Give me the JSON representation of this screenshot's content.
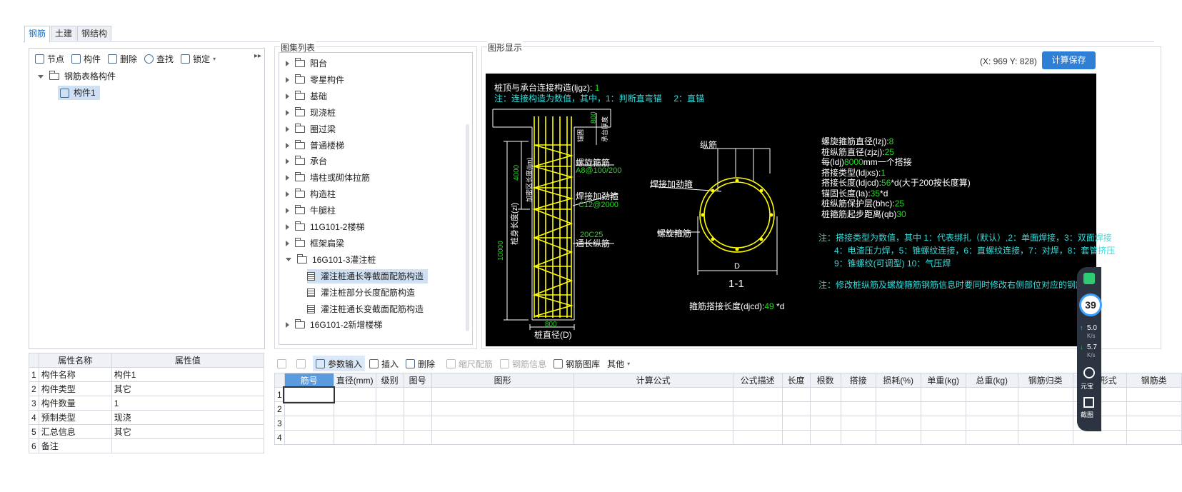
{
  "tabs": [
    {
      "label": "钢筋"
    },
    {
      "label": "土建"
    },
    {
      "label": "钢结构"
    }
  ],
  "left_toolbar": {
    "node": "节点",
    "component": "构件",
    "delete": "删除",
    "find": "查找",
    "lock": "锁定"
  },
  "component_tree": {
    "root": "钢筋表格构件",
    "child": "构件1"
  },
  "properties": {
    "headers": {
      "name": "属性名称",
      "value": "属性值"
    },
    "rows": [
      {
        "no": "1",
        "name": "构件名称",
        "value": "构件1"
      },
      {
        "no": "2",
        "name": "构件类型",
        "value": "其它"
      },
      {
        "no": "3",
        "name": "构件数量",
        "value": "1"
      },
      {
        "no": "4",
        "name": "预制类型",
        "value": "现浇"
      },
      {
        "no": "5",
        "name": "汇总信息",
        "value": "其它"
      },
      {
        "no": "6",
        "name": "备注",
        "value": ""
      }
    ]
  },
  "atlas": {
    "title": "图集列表",
    "items": [
      {
        "label": "阳台"
      },
      {
        "label": "零星构件"
      },
      {
        "label": "基础"
      },
      {
        "label": "现浇桩"
      },
      {
        "label": "圈过梁"
      },
      {
        "label": "普通楼梯"
      },
      {
        "label": "承台"
      },
      {
        "label": "墙柱或砌体拉筋"
      },
      {
        "label": "构造柱"
      },
      {
        "label": "牛腿柱"
      },
      {
        "label": "11G101-2楼梯"
      },
      {
        "label": "框架扁梁"
      },
      {
        "label": "16G101-3灌注桩"
      }
    ],
    "children": [
      {
        "label": "灌注桩通长等截面配筋构造"
      },
      {
        "label": "灌注桩部分长度配筋构造"
      },
      {
        "label": "灌注桩通长变截面配筋构造"
      }
    ],
    "last": {
      "label": "16G101-2新增楼梯"
    }
  },
  "graphic": {
    "title": "图形显示",
    "coords": "(X: 969 Y: 828)",
    "save_button": "计算保存",
    "header_line": "桩顶与承台连接构造(ljgz):",
    "header_value": "1",
    "note1": "注：连接构造为数值，其中，1：判断直弯锚     2：直锚",
    "dim_800_top": "800",
    "dim_4000": "4000",
    "dim_10000": "10000",
    "dim_800_bottom": "800",
    "label_pile_len": "桩身长度(zl)",
    "label_dense": "加密区长度(ljm)",
    "label_cap": "承台厚度",
    "label_anchor": "锚固",
    "lbl_spiral": "螺旋箍筋",
    "val_spiral": "A8@100/200",
    "lbl_weld": "焊接加劲箍",
    "val_weld": "C12@2000",
    "val_long": "20C25",
    "lbl_long": "通长纵筋",
    "lbl_diam": "桩直径(D)",
    "sec_long": "纵筋",
    "sec_weld": "焊接加劲箍",
    "sec_spiral": "螺旋箍筋",
    "sec_D": "D",
    "sec_name": "1-1",
    "lap_len_label": "箍筋搭接长度(djcd):",
    "lap_len_value": "49",
    "lap_len_unit": "*d",
    "params": [
      {
        "label": "螺旋箍筋直径(lzj):",
        "value": "8",
        "suffix": ""
      },
      {
        "label": "桩纵筋直径(zjzj):",
        "value": "25",
        "suffix": ""
      },
      {
        "label": "每(ldj)",
        "value": "8000",
        "suffix": "mm一个搭接"
      },
      {
        "label": "搭接类型(ldjxs):",
        "value": "1",
        "suffix": ""
      },
      {
        "label": "搭接长度(ldjcd):",
        "value": "56",
        "suffix": "*d(大于200按长度算)"
      },
      {
        "label": "锚固长度(la):",
        "value": "35",
        "suffix": "*d"
      },
      {
        "label": "桩纵筋保护层(bhc):",
        "value": "25",
        "suffix": ""
      },
      {
        "label": "桩箍筋起步距离(qb)",
        "value": "30",
        "suffix": ""
      }
    ],
    "note2": "注：搭接类型为数值，其中 1：代表绑扎（默认）,2：单面焊接，3：双面焊接",
    "note3": "4：电渣压力焊，5：锥螺纹连接，6：直螺纹连接，7：对焊，8：套管挤压",
    "note4": "9：锥螺纹(可调型)  10：气压焊",
    "note5": "注：修改桩纵筋及螺旋箍筋钢筋信息时要同时修改右侧部位对应的钢筋直径"
  },
  "bottom_toolbar": {
    "param_input": "参数输入",
    "insert": "插入",
    "delete": "删除",
    "scale": "缩尺配筋",
    "rebar_info": "钢筋信息",
    "library": "钢筋图库",
    "other": "其他"
  },
  "rebar_table": {
    "headers": [
      "筋号",
      "直径(mm)",
      "级别",
      "图号",
      "图形",
      "计算公式",
      "公式描述",
      "长度",
      "根数",
      "搭接",
      "损耗(%)",
      "单重(kg)",
      "总重(kg)",
      "钢筋归类",
      "搭接形式",
      "钢筋类"
    ],
    "rows": [
      "1",
      "2",
      "3",
      "4"
    ]
  },
  "side_widget": {
    "score": "39",
    "up": "5.0",
    "up_unit": "K/s",
    "down": "5.7",
    "down_unit": "K/s",
    "label1": "元宝",
    "label2": "截图"
  }
}
